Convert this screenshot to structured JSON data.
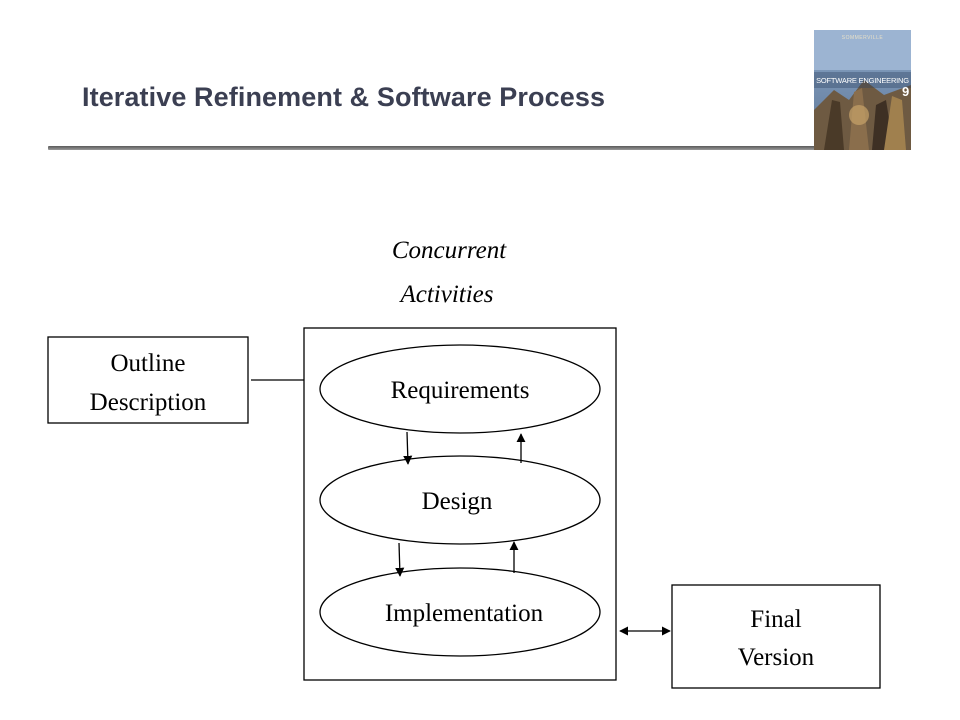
{
  "slide": {
    "title": "Iterative Refinement & Software Process"
  },
  "book_cover": {
    "author": "SOMMERVILLE",
    "series": "SOFTWARE ENGINEERING",
    "edition": "9"
  },
  "diagram": {
    "caption_line1": "Concurrent",
    "caption_line2": "Activities",
    "outline": {
      "line1": "Outline",
      "line2": "Description"
    },
    "activities": [
      "Requirements",
      "Design",
      "Implementation"
    ],
    "final": {
      "line1": "Final",
      "line2": "Version"
    }
  },
  "colors": {
    "title": "#3b3f52",
    "rule": "#6a6a6a",
    "diagram_stroke": "#000000"
  }
}
